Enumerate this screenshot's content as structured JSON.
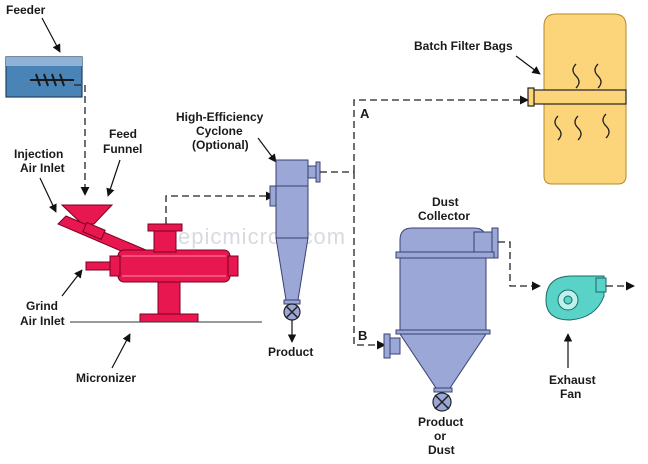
{
  "labels": {
    "feeder": "Feeder",
    "feed_funnel_1": "Feed",
    "feed_funnel_2": "Funnel",
    "injection_1": "Injection",
    "injection_2": "Air Inlet",
    "grind_1": "Grind",
    "grind_2": "Air Inlet",
    "micronizer": "Micronizer",
    "cyclone_1": "High-Efficiency",
    "cyclone_2": "Cyclone",
    "cyclone_3": "(Optional)",
    "product": "Product",
    "batch_filter_bags": "Batch Filter Bags",
    "dust_collector_1": "Dust",
    "dust_collector_2": "Collector",
    "product_or_dust_1": "Product",
    "product_or_dust_2": "or",
    "product_or_dust_3": "Dust",
    "exhaust_fan_1": "Exhaust",
    "exhaust_fan_2": "Fan",
    "route_a": "A",
    "route_b": "B",
    "watermark": "epicmicron.com"
  },
  "colors": {
    "micronizer": "#e8174f",
    "feeder_box": "#4a84b6",
    "equipment": "#9ba7d6",
    "filter_bag": "#fcd57a",
    "fan": "#59d3c8",
    "line": "#222222"
  }
}
